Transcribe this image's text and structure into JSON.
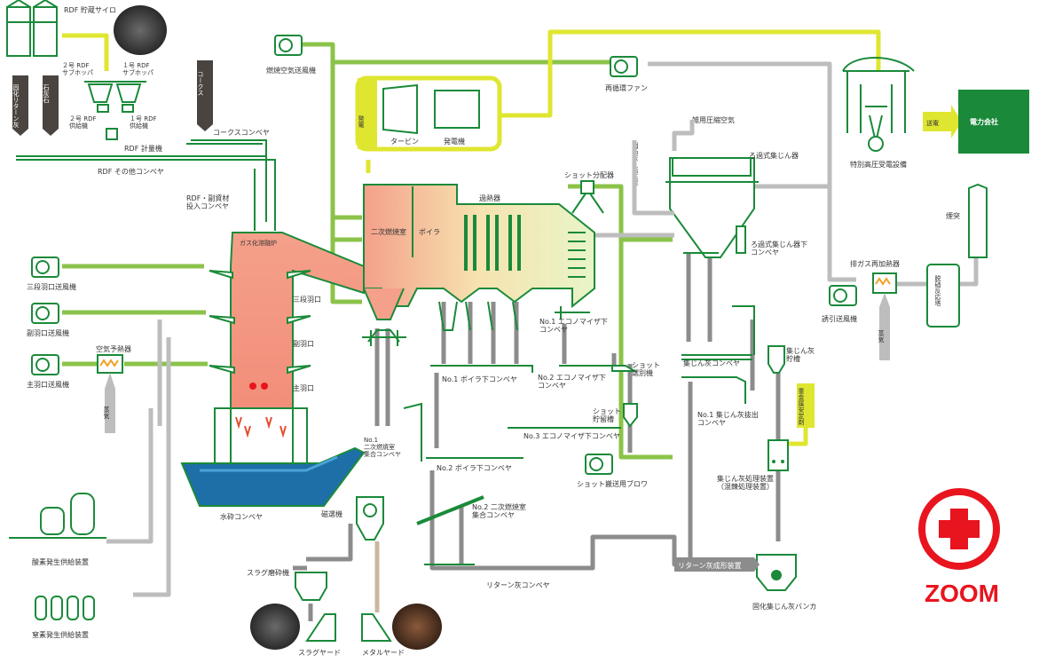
{
  "labels": {
    "rdf_silo": "RDF 貯蔵サイロ",
    "sub_hopper_2": "２号 RDF\nサブホッパ",
    "sub_hopper_1": "１号 RDF\nサブホッパ",
    "feeder_2": "２号 RDF\n供給機",
    "feeder_1": "１号 RDF\n供給機",
    "rdf_meter": "RDF 計量機",
    "rdf_other_conveyor": "RDF その他コンベヤ",
    "solid_return_ash": "固化リターン灰",
    "limestone": "石灰石",
    "coke": "コークス",
    "coke_conveyor": "コークスコンベヤ",
    "rdf_aux_conveyor": "RDF・副資材\n投入コンベヤ",
    "gasification_furnace": "ガス化溶融炉",
    "third_tuyere_fan": "三段羽口送風機",
    "sub_tuyere_fan": "副羽口送風機",
    "main_tuyere_fan": "主羽口送風機",
    "air_preheater": "空気予熱器",
    "steam": "蒸気",
    "third_tuyere": "三段羽口",
    "sub_tuyere": "副羽口",
    "main_tuyere": "主羽口",
    "water_crush_conveyor": "水砕コンベヤ",
    "oxygen_supply": "酸素発生供給装置",
    "nitrogen_supply": "窒素発生供給装置",
    "combustion_air_fan": "燃焼空気送風機",
    "power_gen_side": "発電",
    "turbine": "タービン",
    "generator": "発電機",
    "secondary_combustion": "二次燃焼室",
    "boiler": "ボイラ",
    "superheater": "過熱器",
    "shot_distributor": "ショット分配器",
    "recirc_fan": "再循環ファン",
    "instrument_air": "雑用圧縮空気",
    "slaked_lime": "消石灰・活性炭",
    "bag_filter": "ろ過式集じん器",
    "bag_filter_conveyor": "ろ過式集じん器下\nコンベヤ",
    "substation": "特別高圧受電設備",
    "transmission": "送電",
    "power_company": "電力会社",
    "chimney": "煙突",
    "exhaust_reheater": "排ガス再加熱器",
    "denox_tower": "脱硝反応塔",
    "induced_fan": "誘引送風機",
    "eco1_conveyor": "No.1 エコノマイザ下\nコンベヤ",
    "eco2_conveyor": "No.2 エコノマイザ下\nコンベヤ",
    "eco3_conveyor": "No.3 エコノマイザ下コンベヤ",
    "shot_sorter": "ショット\n選別機",
    "shot_storage": "ショット\n貯留槽",
    "shot_blower": "ショット搬送用ブロワ",
    "boiler1_conveyor": "No.1 ボイラ下コンベヤ",
    "boiler2_conveyor": "No.2 ボイラ下コンベヤ",
    "sec_comb1_conveyor": "No.1\n二次燃焼室\n集合コンベヤ",
    "sec_comb2_conveyor": "No.2 二次燃焼室\n集合コンベヤ",
    "fly_ash_conveyor": "集じん灰コンベヤ",
    "fly_ash_out1": "No.1 集じん灰抜出\nコンベヤ",
    "fly_ash_bin": "集じん灰\n貯槽",
    "heavy_metal_stabilizer": "重金属安定剤",
    "fly_ash_treatment": "集じん灰処理装置\n（混錬処理装置）",
    "solid_ash_bunker": "固化集じん灰バンカ",
    "return_ash_forming": "リターン灰成形装置",
    "return_ash_conveyor": "リターン灰コンベヤ",
    "magnetic_sep": "磁選機",
    "slag_crusher": "スラグ磨砕機",
    "slag_yard": "スラグヤード",
    "metal_yard": "メタルヤード",
    "zoom": "ZOOM"
  },
  "colors": {
    "equipment_green": "#1a8a3a",
    "air_line": "#8bc34a",
    "power_line": "#dfe630",
    "ash_line_light": "#bdbdbd",
    "ash_line_dark": "#8c8c8c",
    "furnace": "#f28e7a",
    "water": "#1e6fa8",
    "zoom_red": "#e8141e",
    "material_dark": "#4a4440"
  }
}
